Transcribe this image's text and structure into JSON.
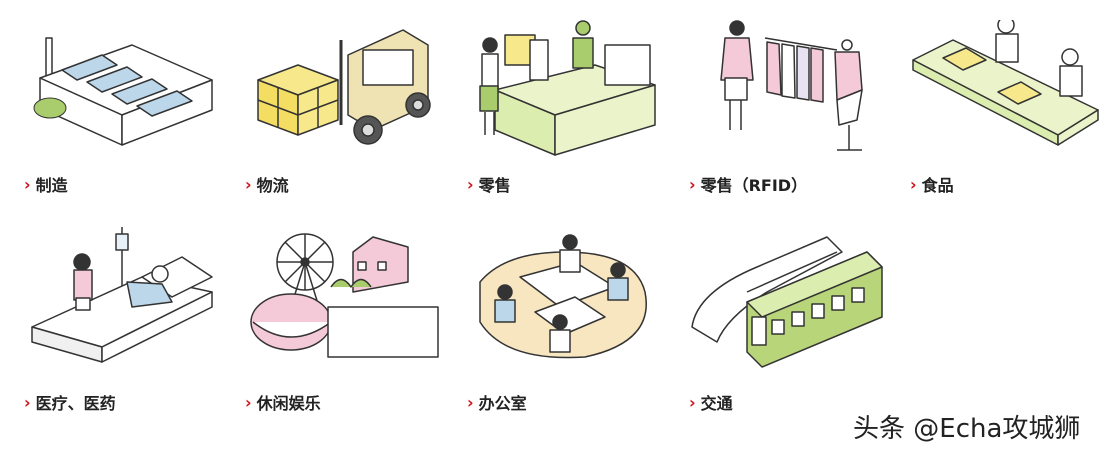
{
  "categories": [
    {
      "label": "制造",
      "icon": "factory-icon"
    },
    {
      "label": "物流",
      "icon": "forklift-icon"
    },
    {
      "label": "零售",
      "icon": "checkout-counter-icon"
    },
    {
      "label": "零售（RFID）",
      "icon": "clothing-rack-icon"
    },
    {
      "label": "食品",
      "icon": "food-processing-icon"
    },
    {
      "label": "医疗、医药",
      "icon": "hospital-bed-icon"
    },
    {
      "label": "休闲娱乐",
      "icon": "ferris-wheel-icon"
    },
    {
      "label": "办公室",
      "icon": "office-meeting-icon"
    },
    {
      "label": "交通",
      "icon": "train-icon"
    }
  ],
  "watermark": "头条 @Echa攻城狮",
  "colors": {
    "accent": "#d0121b",
    "yellow": "#f7e98b",
    "green": "#cfe6a6",
    "blue": "#bcd6ea",
    "pink": "#f4c9d8"
  }
}
